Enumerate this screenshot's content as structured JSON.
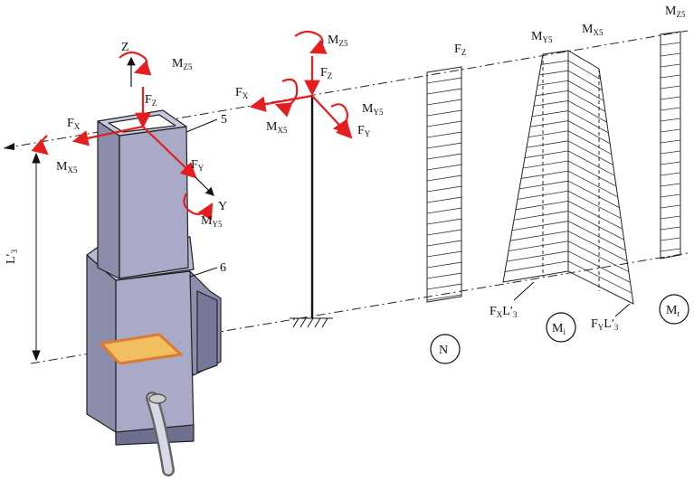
{
  "diagram": {
    "colors": {
      "force": "#e41e1e",
      "column_face": "#a9a9c8",
      "column_side": "#8c8cab",
      "column_dark": "#6f6f8f",
      "outline": "#222222",
      "plate": "#e07a2e",
      "hatch": "#333333"
    },
    "left_model": {
      "axis_z": "Z",
      "axis_y": "Y",
      "force_z": {
        "main": "F",
        "sub": "Z"
      },
      "force_x": {
        "main": "F",
        "sub": "X"
      },
      "force_y": {
        "main": "F",
        "sub": "Y"
      },
      "moment_z": {
        "main": "M",
        "sub": "Z5"
      },
      "moment_x": {
        "main": "M",
        "sub": "X5"
      },
      "moment_y": {
        "main": "M",
        "sub": "Y5"
      },
      "part_5": "5",
      "part_6": "6",
      "length": {
        "main": "L",
        "prime": "′",
        "sub": "3"
      }
    },
    "beam_model": {
      "force_z": {
        "main": "F",
        "sub": "Z"
      },
      "force_x": {
        "main": "F",
        "sub": "X"
      },
      "force_y": {
        "main": "F",
        "sub": "Y"
      },
      "moment_z": {
        "main": "M",
        "sub": "Z5"
      },
      "moment_x": {
        "main": "M",
        "sub": "X5"
      },
      "moment_y": {
        "main": "M",
        "sub": "Y5"
      }
    },
    "diagrams": {
      "normal": {
        "top_label": {
          "main": "F",
          "sub": "Z"
        },
        "circle_label": "N"
      },
      "bending": {
        "top_y": {
          "main": "M",
          "sub": "Y5"
        },
        "top_x": {
          "main": "M",
          "sub": "X5"
        },
        "bottom_x": {
          "main": "F",
          "sub": "X",
          "tail": "L′",
          "tailsub": "3"
        },
        "bottom_y": {
          "main": "F",
          "sub": "Y",
          "tail": "L′",
          "tailsub": "3"
        },
        "circle_label": "M",
        "circle_sub": "i"
      },
      "torsion": {
        "top_label": {
          "main": "M",
          "sub": "Z5"
        },
        "circle_label": "M",
        "circle_sub": "t"
      }
    }
  }
}
